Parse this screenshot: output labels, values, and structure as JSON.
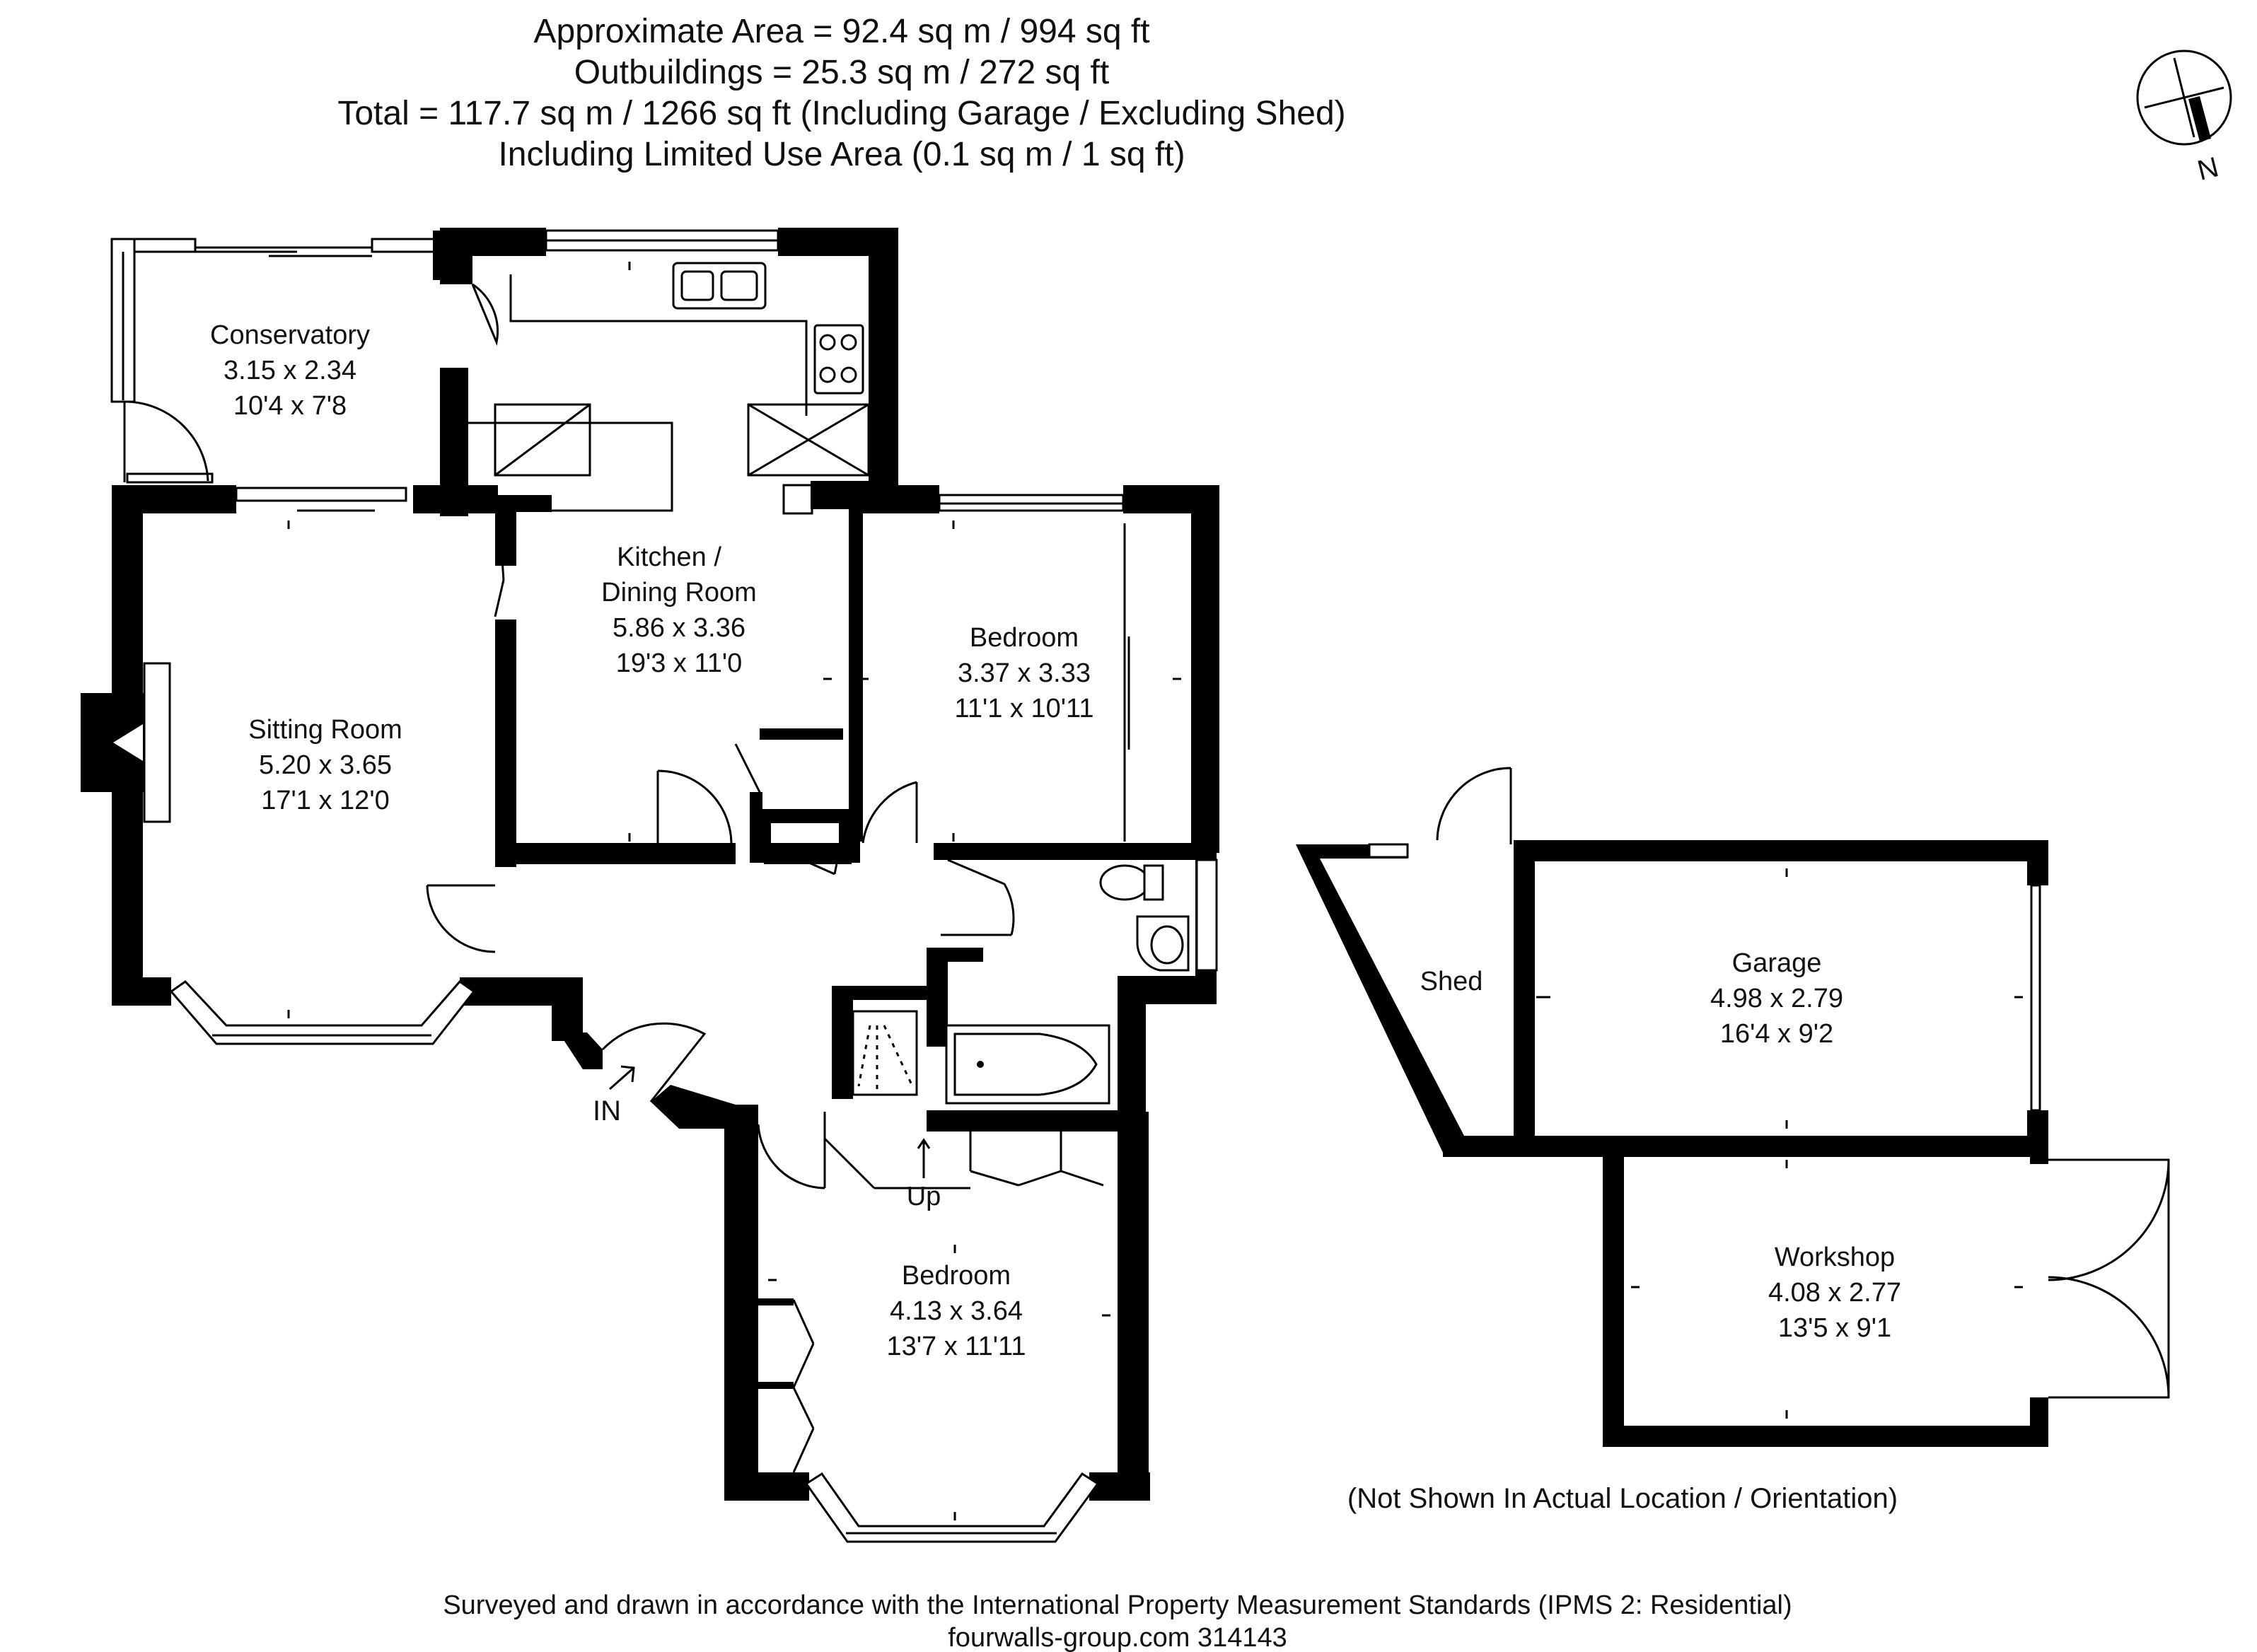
{
  "header": {
    "line1": "Approximate  Area = 92.4 sq m / 994 sq ft",
    "line2": "Outbuildings = 25.3 sq m / 272 sq ft",
    "line3": "Total = 117.7 sq m / 1266 sq ft (Including Garage / Excluding Shed)",
    "line4": "Including Limited Use Area (0.1 sq m / 1 sq ft)"
  },
  "compass": {
    "label": "N",
    "icon": "north-arrow-icon"
  },
  "rooms": {
    "conservatory": {
      "name": "Conservatory",
      "metric": "3.15 x 2.34",
      "imperial": "10'4 x 7'8"
    },
    "kitchen": {
      "name_line1": "Kitchen /",
      "name_line2": "Dining Room",
      "metric": "5.86 x 3.36",
      "imperial": "19'3 x 11'0"
    },
    "bedroom1": {
      "name": "Bedroom",
      "metric": "3.37 x 3.33",
      "imperial": "11'1 x 10'11"
    },
    "sitting": {
      "name": "Sitting Room",
      "metric": "5.20 x 3.65",
      "imperial": "17'1 x 12'0"
    },
    "bedroom2": {
      "name": "Bedroom",
      "metric": "4.13 x 3.64",
      "imperial": "13'7 x 11'11"
    },
    "shed": {
      "name": "Shed"
    },
    "garage": {
      "name": "Garage",
      "metric": "4.98 x 2.79",
      "imperial": "16'4 x 9'2"
    },
    "workshop": {
      "name": "Workshop",
      "metric": "4.08 x 2.77",
      "imperial": "13'5 x 9'1"
    }
  },
  "labels": {
    "entrance": "IN",
    "stairs": "Up"
  },
  "outbuildings_note": "(Not Shown In Actual Location / Orientation)",
  "footer": {
    "line1": "Surveyed and drawn in accordance with the International Property Measurement Standards (IPMS 2: Residential)",
    "line2": "fourwalls-group.com 314143"
  }
}
